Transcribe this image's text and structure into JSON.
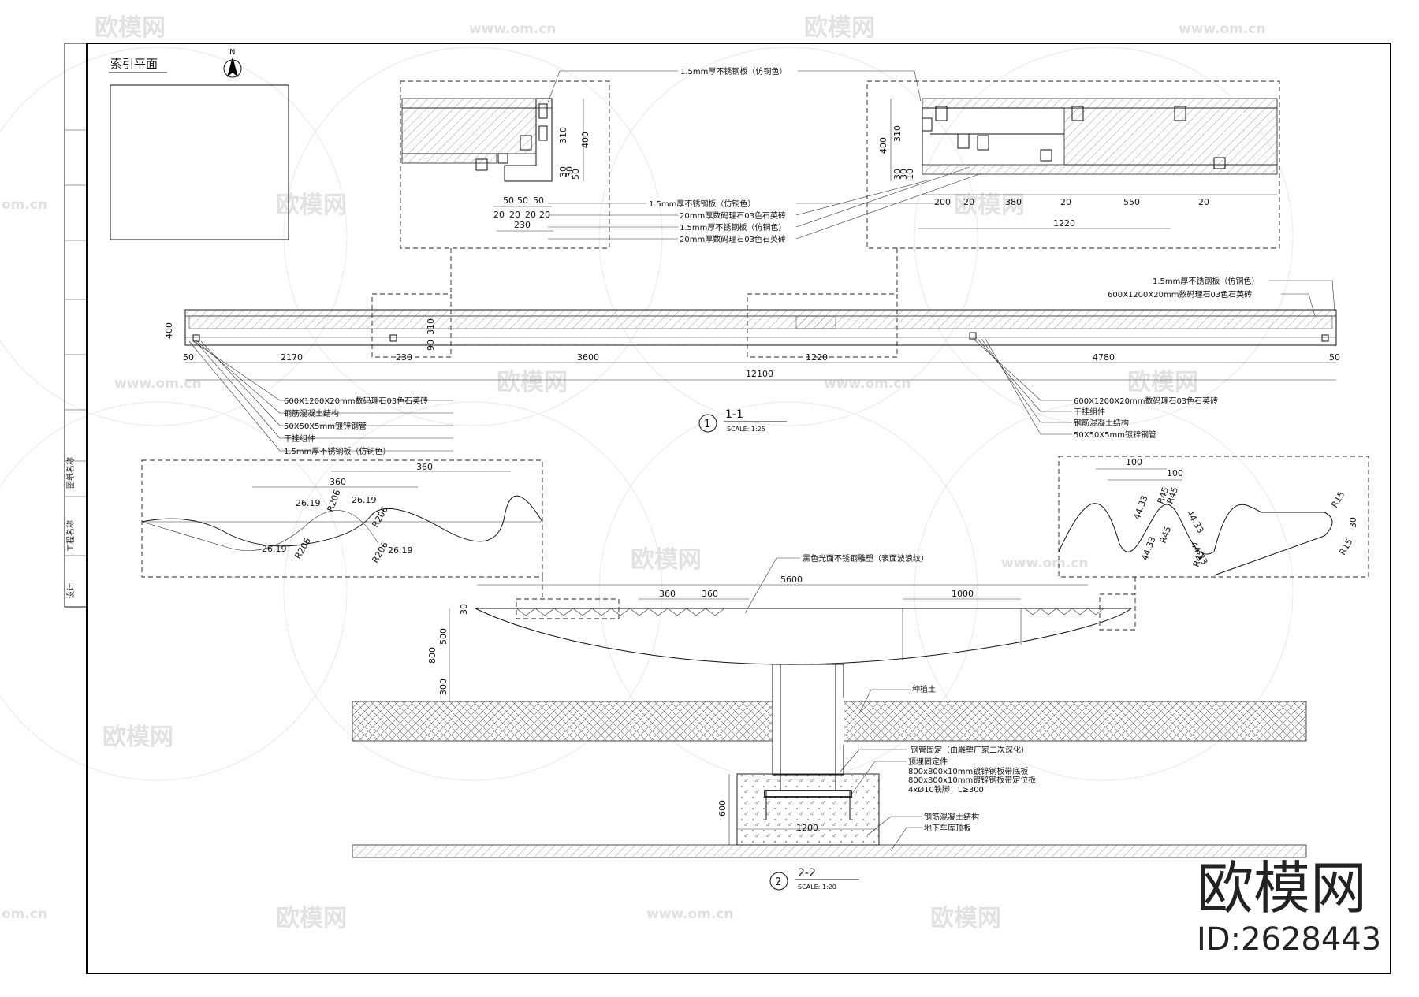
{
  "watermark": {
    "brand": "欧模网",
    "url": "www.om.cn",
    "url_short": "om.cn",
    "id_text": "ID:2628443"
  },
  "title_block": {
    "index_plan_label": "索引平面",
    "north_label": "N"
  },
  "detail_top_left": {
    "dims_v": [
      "310",
      "400",
      "30",
      "30",
      "50"
    ],
    "dims_h_top": [
      "50",
      "50",
      "50"
    ],
    "dims_h_bottom": [
      "20",
      "20",
      "20",
      "20"
    ],
    "dim_total": "230"
  },
  "detail_top_right": {
    "dims_v": [
      "400",
      "310",
      "30",
      "30",
      "10"
    ],
    "dims_h": [
      "200",
      "20",
      "380",
      "20",
      "550",
      "20"
    ],
    "dim_total": "1220"
  },
  "shared_notes": {
    "n1": "1.5mm厚不锈钢板（仿铜色）",
    "n2": "1.5mm厚不锈钢板（仿铜色）",
    "n3": "20mm厚数码理石03色石英砖",
    "n4": "1.5mm厚不锈钢板（仿铜色）",
    "n5": "20mm厚数码理石03色石英砖"
  },
  "section_1": {
    "title": "1-1",
    "scale": "SCALE:  1:25",
    "number": "1",
    "notes_right_top": [
      "1.5mm厚不锈钢板（仿铜色）",
      "600X1200X20mm数码理石03色石英砖"
    ],
    "notes_left": [
      "600X1200X20mm数码理石03色石英砖",
      "钢筋混凝土结构",
      "50X50X5mm镀锌钢管",
      "干挂组件",
      "1.5mm厚不锈钢板（仿铜色）"
    ],
    "notes_right": [
      "600X1200X20mm数码理石03色石英砖",
      "干挂组件",
      "钢筋混凝土结构",
      "50X50X5mm镀锌钢管"
    ],
    "dims_v": [
      "400",
      "310",
      "90"
    ],
    "dims_h": [
      "50",
      "2170",
      "230",
      "3600",
      "1220",
      "4780",
      "50"
    ],
    "dim_total": "12100"
  },
  "wave_detail_left": {
    "dims": [
      "360",
      "360",
      "26.19",
      "26.19",
      "26.19",
      "26.19",
      "R206",
      "R206",
      "R206",
      "R206"
    ]
  },
  "wave_detail_right": {
    "dims": [
      "100",
      "100",
      "44.33",
      "44.33",
      "44.33",
      "44.33",
      "R45",
      "R45",
      "R45",
      "R45",
      "R15",
      "R15",
      "30"
    ]
  },
  "section_2": {
    "title": "2-2",
    "scale": "SCALE:  1:20",
    "number": "2",
    "note_top": "黑色光面不锈钢雕塑（表面波浪纹）",
    "dims_top": [
      "5600",
      "360",
      "360",
      "1000"
    ],
    "dims_v": [
      "30",
      "500",
      "800",
      "300",
      "600"
    ],
    "dim_base": "1200",
    "notes": [
      "种植土",
      "钢管固定（由雕塑厂家二次深化）",
      "预埋固定件",
      "800x800x10mm镀锌钢板带底板",
      "800x800x10mm镀锌钢板带定位板",
      "4xØ10铁脚；L≥300",
      "钢筋混凝土结构",
      "地下车库顶板"
    ]
  },
  "side_strip": {
    "labels": [
      "设计",
      "工程名称",
      "图纸名称"
    ]
  }
}
